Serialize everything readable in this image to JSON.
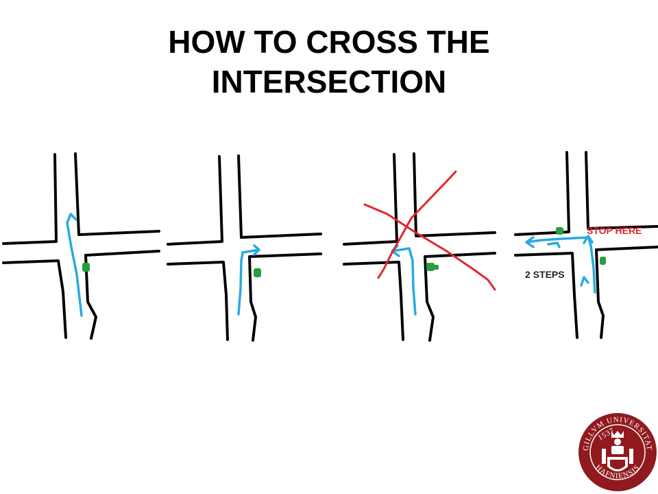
{
  "title": {
    "line1": "HOW TO CROSS THE",
    "line2": "INTERSECTION"
  },
  "panels": [
    {
      "id": "straight-crossing",
      "crossed_out": false
    },
    {
      "id": "hook-right",
      "crossed_out": false
    },
    {
      "id": "direct-left-turn",
      "crossed_out": true
    },
    {
      "id": "two-step-left-turn",
      "crossed_out": false,
      "labels": {
        "stop": "STOP HERE",
        "steps": "2 STEPS"
      }
    }
  ],
  "logo": {
    "seal_text_top": "SIGILLVM UNIVERSITATIS",
    "seal_text_bottom": "HAFNIENSIS",
    "seal_year": "1537",
    "colors": {
      "seal": "#901a1e",
      "route": "#29a9e1",
      "cross": "#e3262b",
      "light": "#2a9d3c"
    }
  }
}
